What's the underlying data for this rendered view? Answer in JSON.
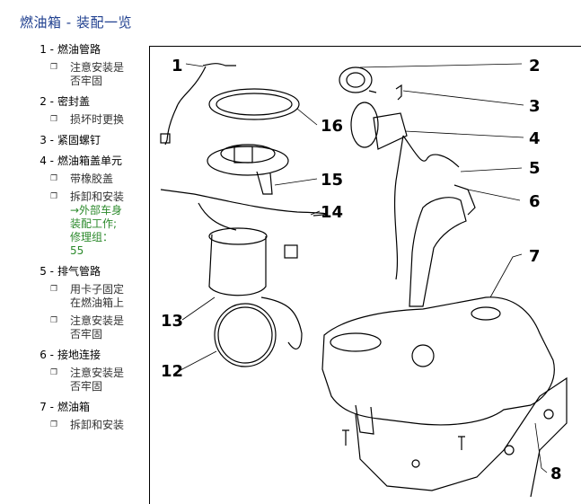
{
  "page_title": "燃油箱 - 装配一览",
  "items": [
    {
      "num": "1 -",
      "label": "燃油管路",
      "subs": [
        {
          "text": "注意安装是否牢固"
        }
      ]
    },
    {
      "num": "2 -",
      "label": "密封盖",
      "subs": [
        {
          "text": "损坏时更换"
        }
      ]
    },
    {
      "num": "3 -",
      "label": "紧固螺钉",
      "subs": []
    },
    {
      "num": "4 -",
      "label": "燃油箱盖单元",
      "subs": [
        {
          "text": "带橡胶盖"
        },
        {
          "text": "拆卸和安装 ",
          "link": "→外部车身装配工作; 修理组：55"
        }
      ]
    },
    {
      "num": "5 -",
      "label": "排气管路",
      "subs": [
        {
          "text": "用卡子固定在燃油箱上"
        },
        {
          "text": "注意安装是否牢固"
        }
      ]
    },
    {
      "num": "6 -",
      "label": "接地连接",
      "subs": [
        {
          "text": "注意安装是否牢固"
        }
      ]
    },
    {
      "num": "7 -",
      "label": "燃油箱",
      "subs": [
        {
          "text": "拆卸和安装"
        }
      ]
    }
  ],
  "diagram": {
    "callouts": [
      "1",
      "2",
      "3",
      "4",
      "5",
      "6",
      "7",
      "8",
      "12",
      "13",
      "14",
      "15",
      "16"
    ]
  }
}
